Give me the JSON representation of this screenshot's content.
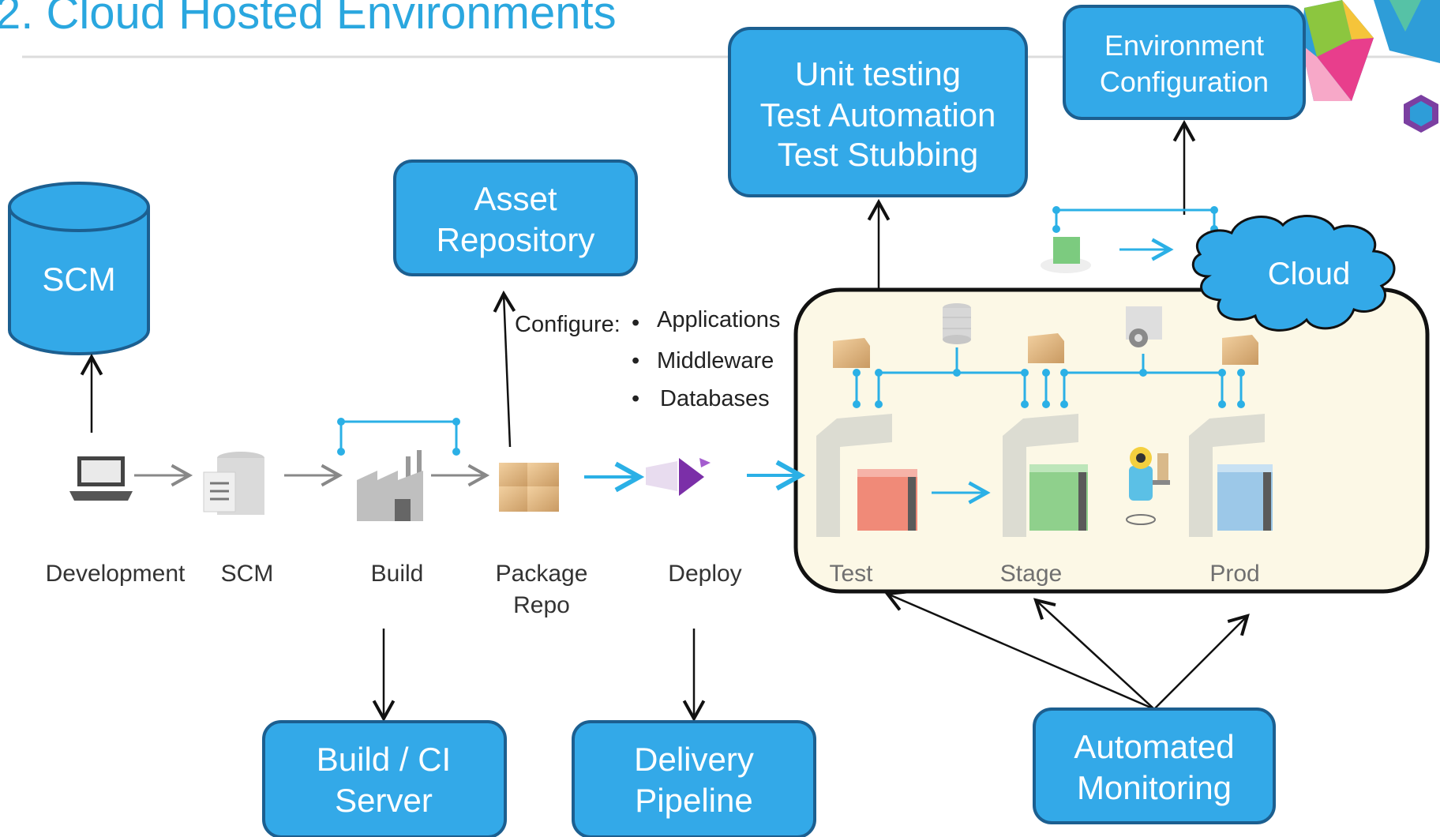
{
  "title": "2. Cloud Hosted Environments",
  "callouts": {
    "scm": "SCM",
    "asset_repository": [
      "Asset",
      "Repository"
    ],
    "unit_testing": [
      "Unit testing",
      "Test Automation",
      "Test Stubbing"
    ],
    "environment_configuration": [
      "Environment",
      "Configuration"
    ],
    "cloud": "Cloud",
    "build_ci_server": [
      "Build / CI",
      "Server"
    ],
    "delivery_pipeline": [
      "Delivery",
      "Pipeline"
    ],
    "automated_monitoring": [
      "Automated",
      "Monitoring"
    ]
  },
  "configure": {
    "label": "Configure:",
    "items": [
      "Applications",
      "Middleware",
      "Databases"
    ]
  },
  "pipeline_stages": [
    "Development",
    "SCM",
    "Build",
    "Package",
    "Repo",
    "Deploy"
  ],
  "environments": [
    "Test",
    "Stage",
    "Prod"
  ],
  "colors": {
    "callout_fill": "#33A9E8",
    "callout_border": "#1C5F90",
    "title": "#2AA7DF",
    "connector": "#2BB0E6",
    "env_panel": "#FCF8E6"
  }
}
